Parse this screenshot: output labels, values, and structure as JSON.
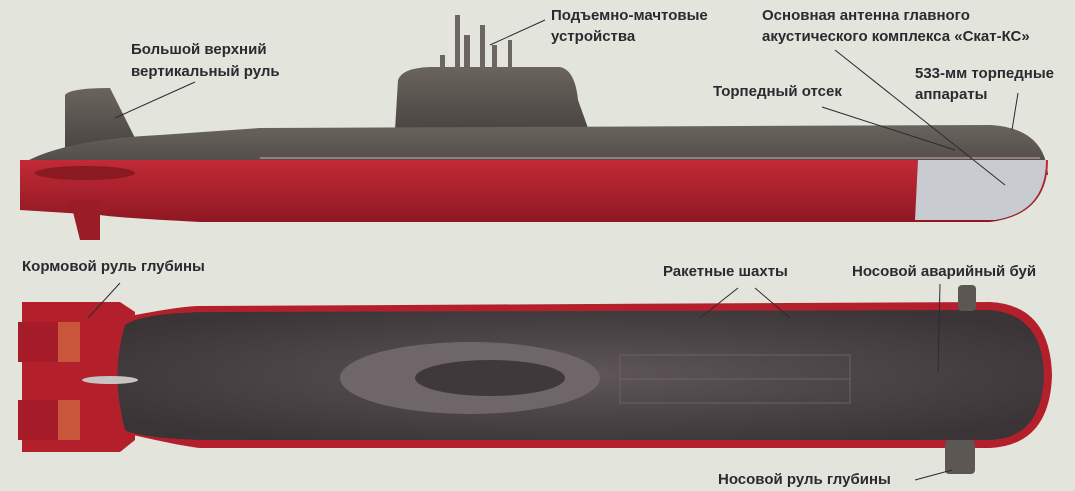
{
  "labels": {
    "masts": [
      "Подъемно-мачтовые",
      "устройства"
    ],
    "sonar": [
      "Основная антенна главного",
      "акустического комплекса «Скат-КС»"
    ],
    "fin": [
      "Большой верхний",
      "вертикальный руль"
    ],
    "torpedo_tubes": [
      "533-мм торпедные",
      "аппараты"
    ],
    "torpedo_room": "Торпедный отсек",
    "stern_planes": "Кормовой руль глубины",
    "missile_silos": "Ракетные шахты",
    "buoy": "Носовой аварийный буй",
    "bow_planes": "Носовой руль глубины"
  },
  "colors": {
    "background": "#e3e4dc",
    "hull_red": "#b3202c",
    "hull_gray": "#5c5752",
    "interior": "#4a4446",
    "sonar_dome": "#c8ccd0"
  }
}
